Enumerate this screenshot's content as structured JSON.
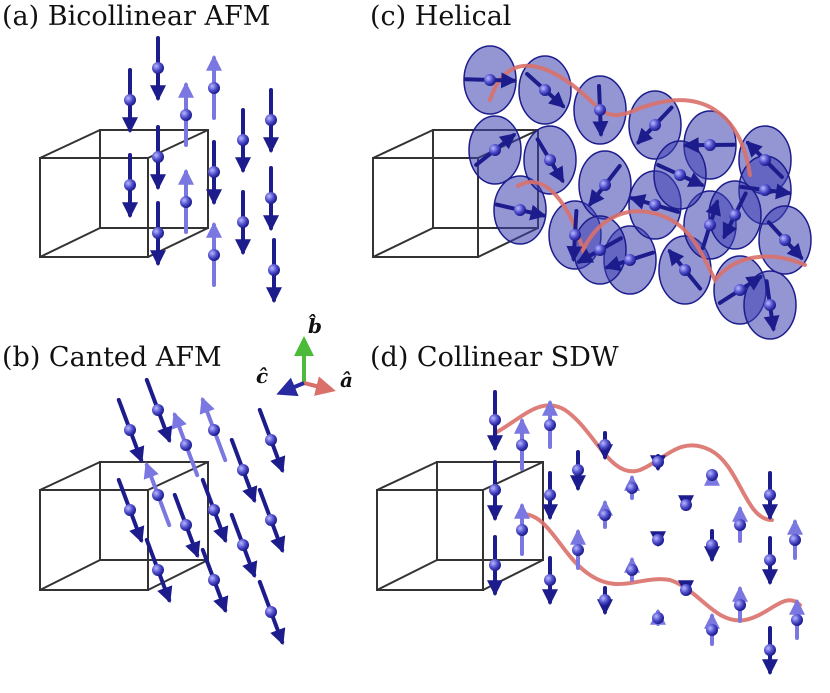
{
  "panels": {
    "a": {
      "title": "(a) Bicollinear AFM"
    },
    "b": {
      "title": "(b) Canted AFM"
    },
    "c": {
      "title": "(c) Helical"
    },
    "d": {
      "title": "(d) Collinear SDW"
    }
  },
  "axes": {
    "a": "â",
    "b": "b̂",
    "c": "ĉ"
  },
  "colors": {
    "spin_dark": "#1c1c8c",
    "spin_light": "#7a78e0",
    "disc_fill": "#3d3fb0",
    "wave": "#d9706a",
    "cell_edge": "#333333",
    "axis_a": "#d9706a",
    "axis_b": "#4cbb3a",
    "axis_c": "#2a2aa0"
  }
}
